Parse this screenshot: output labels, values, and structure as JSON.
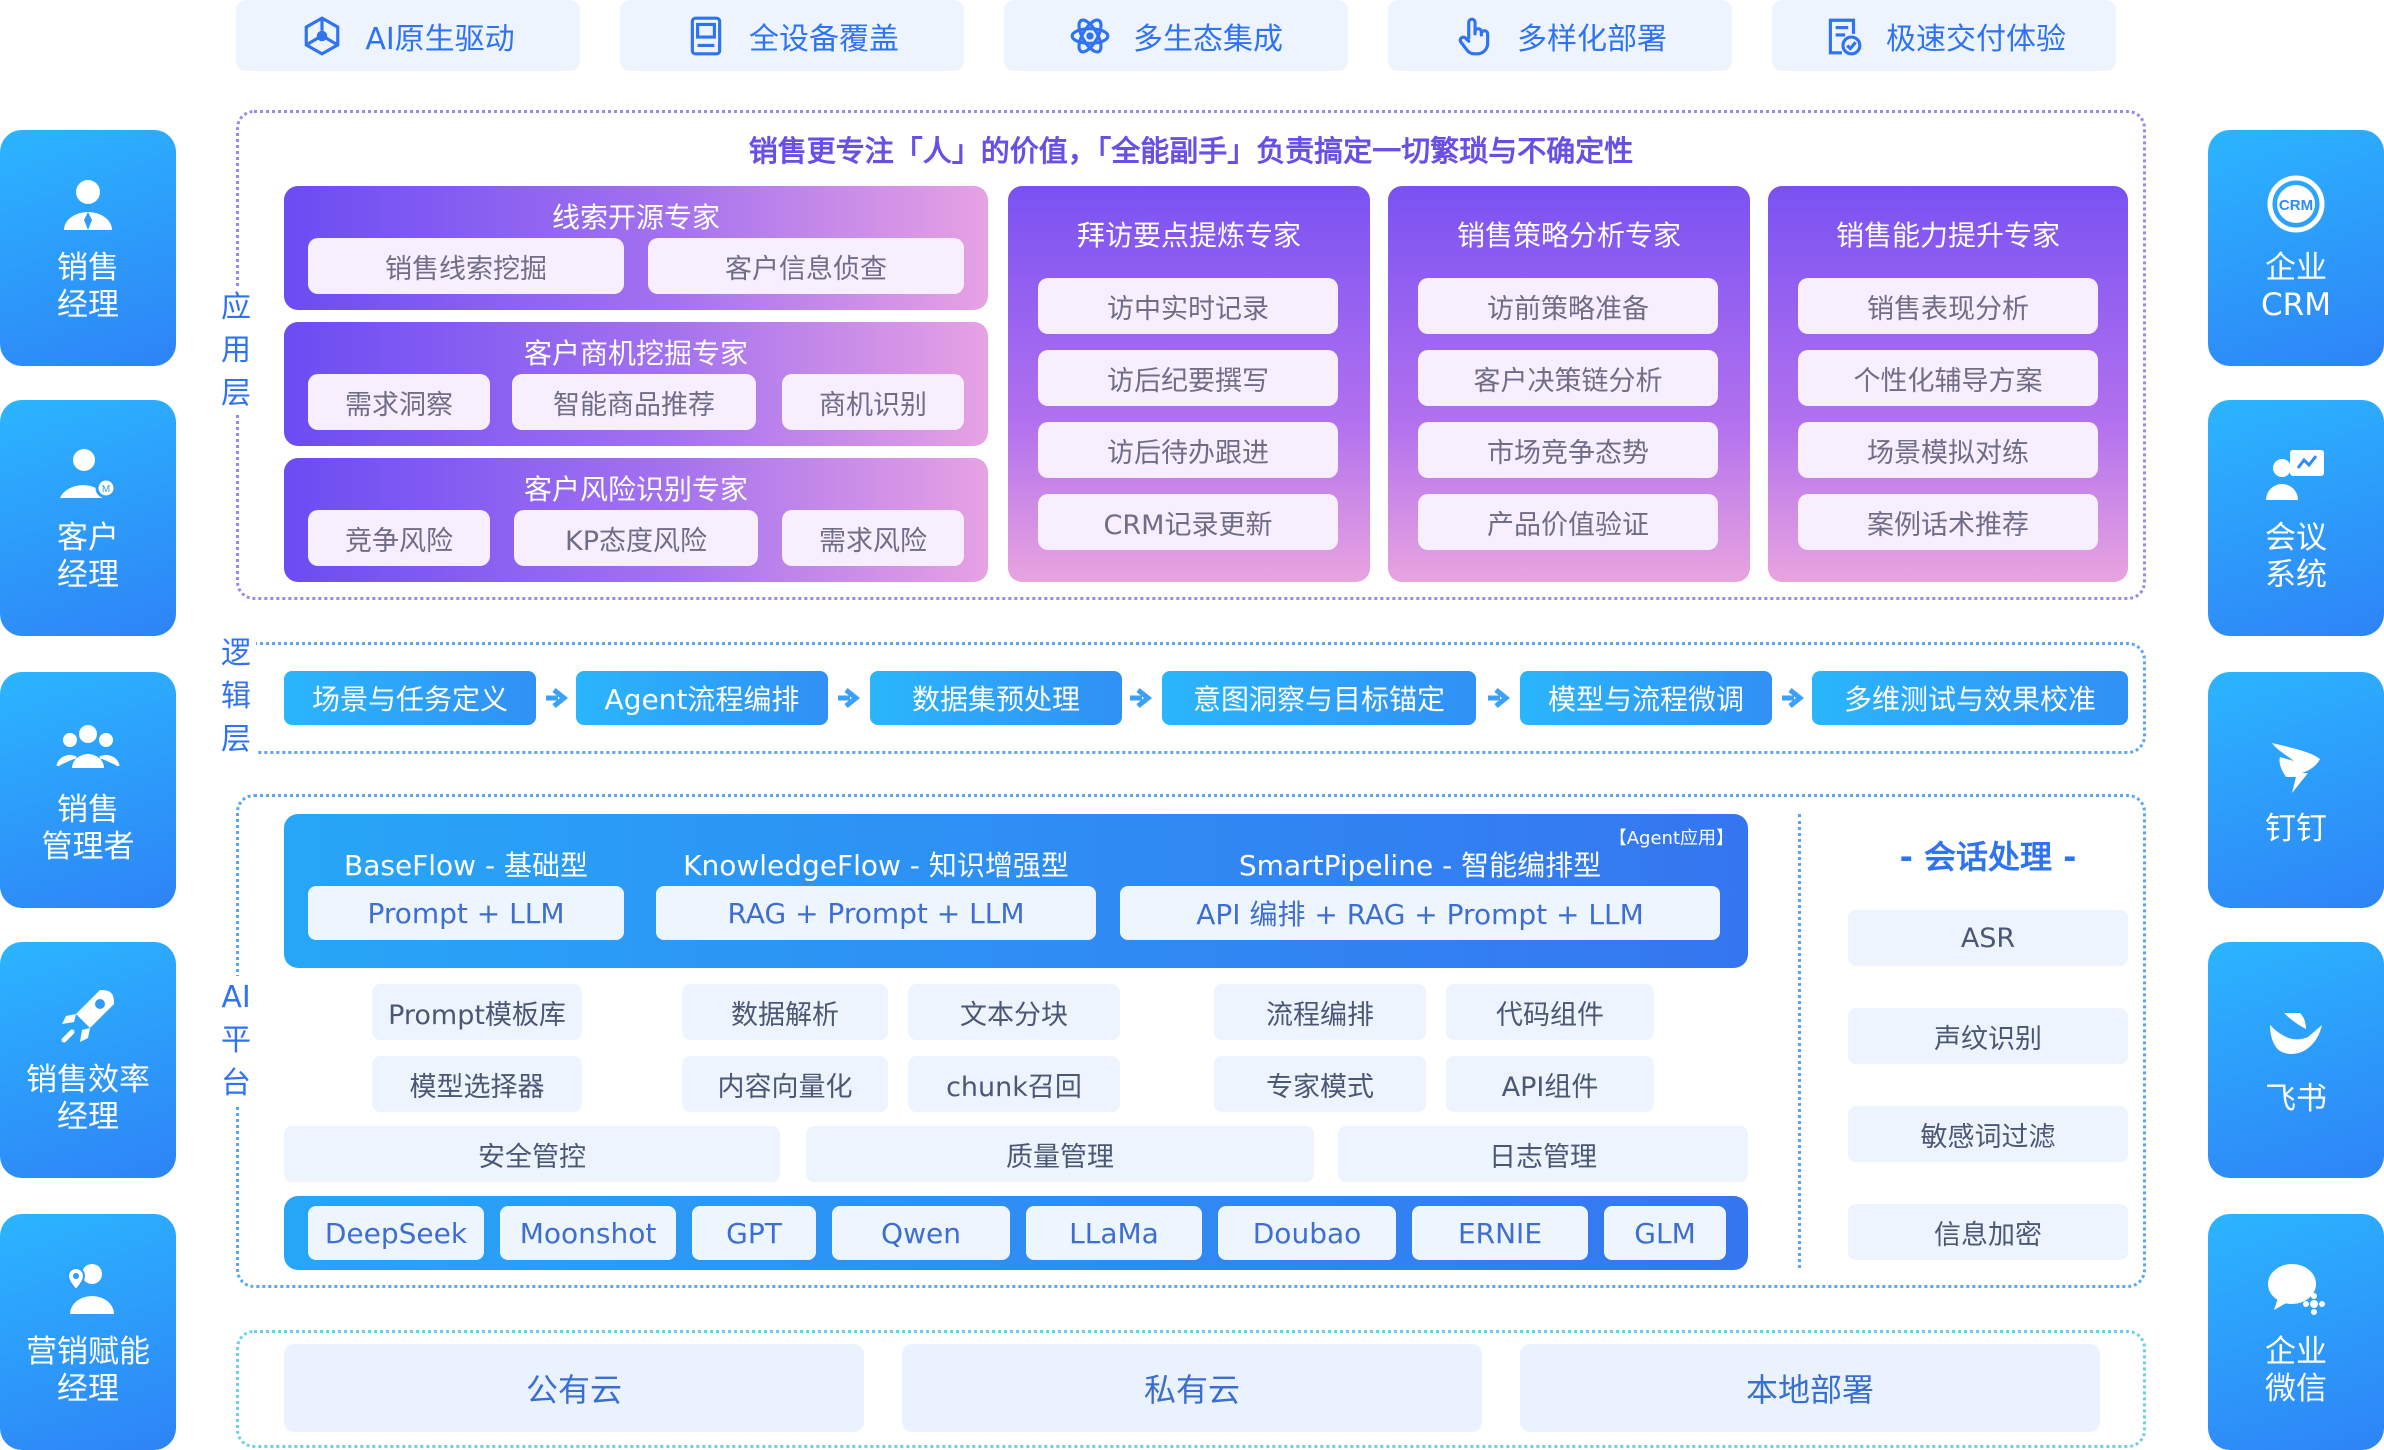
{
  "features": [
    {
      "label": "AI原生驱动",
      "icon": "cube-network-icon"
    },
    {
      "label": "全设备覆盖",
      "icon": "device-icon"
    },
    {
      "label": "多生态集成",
      "icon": "ecosystem-icon"
    },
    {
      "label": "多样化部署",
      "icon": "hand-pointer-icon"
    },
    {
      "label": "极速交付体验",
      "icon": "document-check-icon"
    }
  ],
  "roles": [
    {
      "label": "销售\n经理",
      "icon": "salesperson-icon"
    },
    {
      "label": "客户\n经理",
      "icon": "account-manager-icon"
    },
    {
      "label": "销售\n管理者",
      "icon": "team-icon"
    },
    {
      "label": "销售效率\n经理",
      "icon": "rocket-icon"
    },
    {
      "label": "营销赋能\n经理",
      "icon": "enablement-icon"
    }
  ],
  "integrations": [
    {
      "label": "企业\nCRM",
      "icon": "crm-icon"
    },
    {
      "label": "会议\n系统",
      "icon": "meeting-icon"
    },
    {
      "label": "钉钉",
      "icon": "dingtalk-icon"
    },
    {
      "label": "飞书",
      "icon": "feishu-icon"
    },
    {
      "label": "企业\n微信",
      "icon": "wecom-icon"
    }
  ],
  "layers": {
    "application": "应\n用\n层",
    "logic": "逻\n辑\n层",
    "ai_platform": "AI\n平\n台"
  },
  "application": {
    "headline": "销售更专注「人」的价值，「全能副手」负责搞定一切繁琐与不确定性",
    "left_experts": [
      {
        "title": "线索开源专家",
        "items": [
          "销售线索挖掘",
          "客户信息侦查"
        ]
      },
      {
        "title": "客户商机挖掘专家",
        "items": [
          "需求洞察",
          "智能商品推荐",
          "商机识别"
        ]
      },
      {
        "title": "客户风险识别专家",
        "items": [
          "竞争风险",
          "KP态度风险",
          "需求风险"
        ]
      }
    ],
    "column_experts": [
      {
        "title": "拜访要点提炼专家",
        "items": [
          "访中实时记录",
          "访后纪要撰写",
          "访后待办跟进",
          "CRM记录更新"
        ]
      },
      {
        "title": "销售策略分析专家",
        "items": [
          "访前策略准备",
          "客户决策链分析",
          "市场竞争态势",
          "产品价值验证"
        ]
      },
      {
        "title": "销售能力提升专家",
        "items": [
          "销售表现分析",
          "个性化辅导方案",
          "场景模拟对练",
          "案例话术推荐"
        ]
      }
    ]
  },
  "logic_steps": [
    "场景与任务定义",
    "Agent流程编排",
    "数据集预处理",
    "意图洞察与目标锚定",
    "模型与流程微调",
    "多维测试与效果校准"
  ],
  "ai_platform": {
    "agent_tag": "【Agent应用】",
    "flows": [
      {
        "title": "BaseFlow - 基础型",
        "formula": "Prompt + LLM"
      },
      {
        "title": "KnowledgeFlow - 知识增强型",
        "formula": "RAG + Prompt + LLM"
      },
      {
        "title": "SmartPipeline - 智能编排型",
        "formula": "API 编排 + RAG + Prompt + LLM"
      }
    ],
    "components": [
      "Prompt模板库",
      "数据解析",
      "文本分块",
      "流程编排",
      "代码组件",
      "模型选择器",
      "内容向量化",
      "chunk召回",
      "专家模式",
      "API组件"
    ],
    "governance": [
      "安全管控",
      "质量管理",
      "日志管理"
    ],
    "models": [
      "DeepSeek",
      "Moonshot",
      "GPT",
      "Qwen",
      "LLaMa",
      "Doubao",
      "ERNIE",
      "GLM"
    ],
    "session_title": "- 会话处理 -",
    "session_items": [
      "ASR",
      "声纹识别",
      "敏感词过滤",
      "信息加密"
    ]
  },
  "deployment": [
    "公有云",
    "私有云",
    "本地部署"
  ]
}
